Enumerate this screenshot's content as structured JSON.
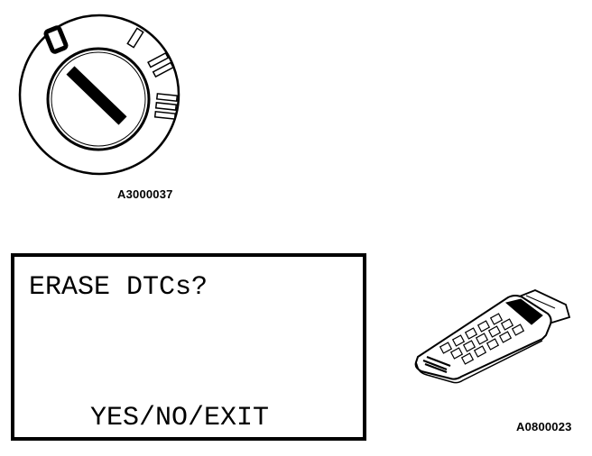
{
  "figures": {
    "ignition_code": "A3000037",
    "tool_code": "A0800023"
  },
  "display": {
    "line1": "ERASE DTCs?",
    "line2": "YES/NO/EXIT"
  },
  "ignition": {
    "position_labels": [
      "0",
      "I",
      "II",
      "III"
    ]
  },
  "colors": {
    "ink": "#000000",
    "paper": "#ffffff"
  }
}
